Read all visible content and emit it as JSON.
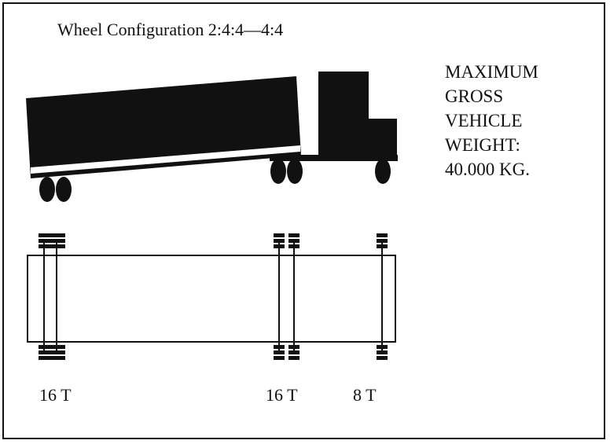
{
  "title": "Wheel Configuration 2:4:4—4:4",
  "spec_lines": [
    "MAXIMUM",
    "GROSS",
    "VEHICLE",
    "WEIGHT:",
    "40.000 KG."
  ],
  "axle_labels": [
    "16 T",
    "16 T",
    "8 T"
  ],
  "colors": {
    "ink": "#111111",
    "paper": "#ffffff"
  }
}
